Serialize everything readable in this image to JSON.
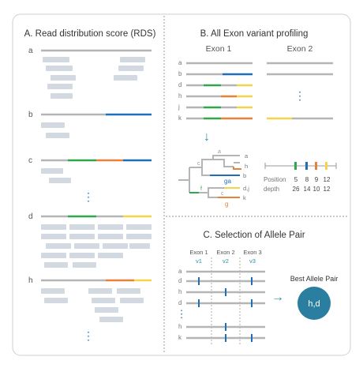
{
  "colors": {
    "gray": "#b5b5b5",
    "read_block": "#d3d9e1",
    "blue": "#1f6fb8",
    "green": "#2ea84a",
    "orange": "#e8813a",
    "yellow": "#f5d44a",
    "teal_text": "#2a8fb0",
    "teal_circle": "#2a7fa0",
    "label": "#555555",
    "divider": "#999999"
  },
  "panel_a": {
    "title": "A. Read distribution score (RDS)",
    "row_labels": [
      "a",
      "b",
      "c",
      "d",
      "h"
    ],
    "ellipsis": "⋮"
  },
  "panel_b": {
    "title": "B. All Exon variant profiling",
    "exon1_label": "Exon 1",
    "exon2_label": "Exon 2",
    "row_labels": [
      "a",
      "b",
      "d",
      "h",
      "j",
      "k"
    ],
    "ellipsis": "⋮",
    "arrow": "↓",
    "tree": {
      "internal_nodes": [
        "a",
        "c",
        "f",
        "c"
      ],
      "leaves": [
        "a",
        "h",
        "b",
        "d,j",
        "k"
      ],
      "group_labels": [
        "ga",
        "g"
      ]
    },
    "position_label": "Position",
    "depth_label": "depth",
    "positions": [
      "5",
      "8",
      "9",
      "12"
    ],
    "depths": [
      "26",
      "14",
      "10",
      "12"
    ]
  },
  "panel_c": {
    "title": "C. Selection of Allele Pair",
    "exon_headers": [
      "Exon 1",
      "Exon 2",
      "Exon 3"
    ],
    "variant_labels": [
      "v1",
      "v2",
      "v3"
    ],
    "row_labels": [
      "a",
      "d",
      "h",
      "d",
      "h",
      "k"
    ],
    "ellipsis": "⋮",
    "arrow": "→",
    "result_title": "Best Allele Pair",
    "result_value": "h,d"
  }
}
